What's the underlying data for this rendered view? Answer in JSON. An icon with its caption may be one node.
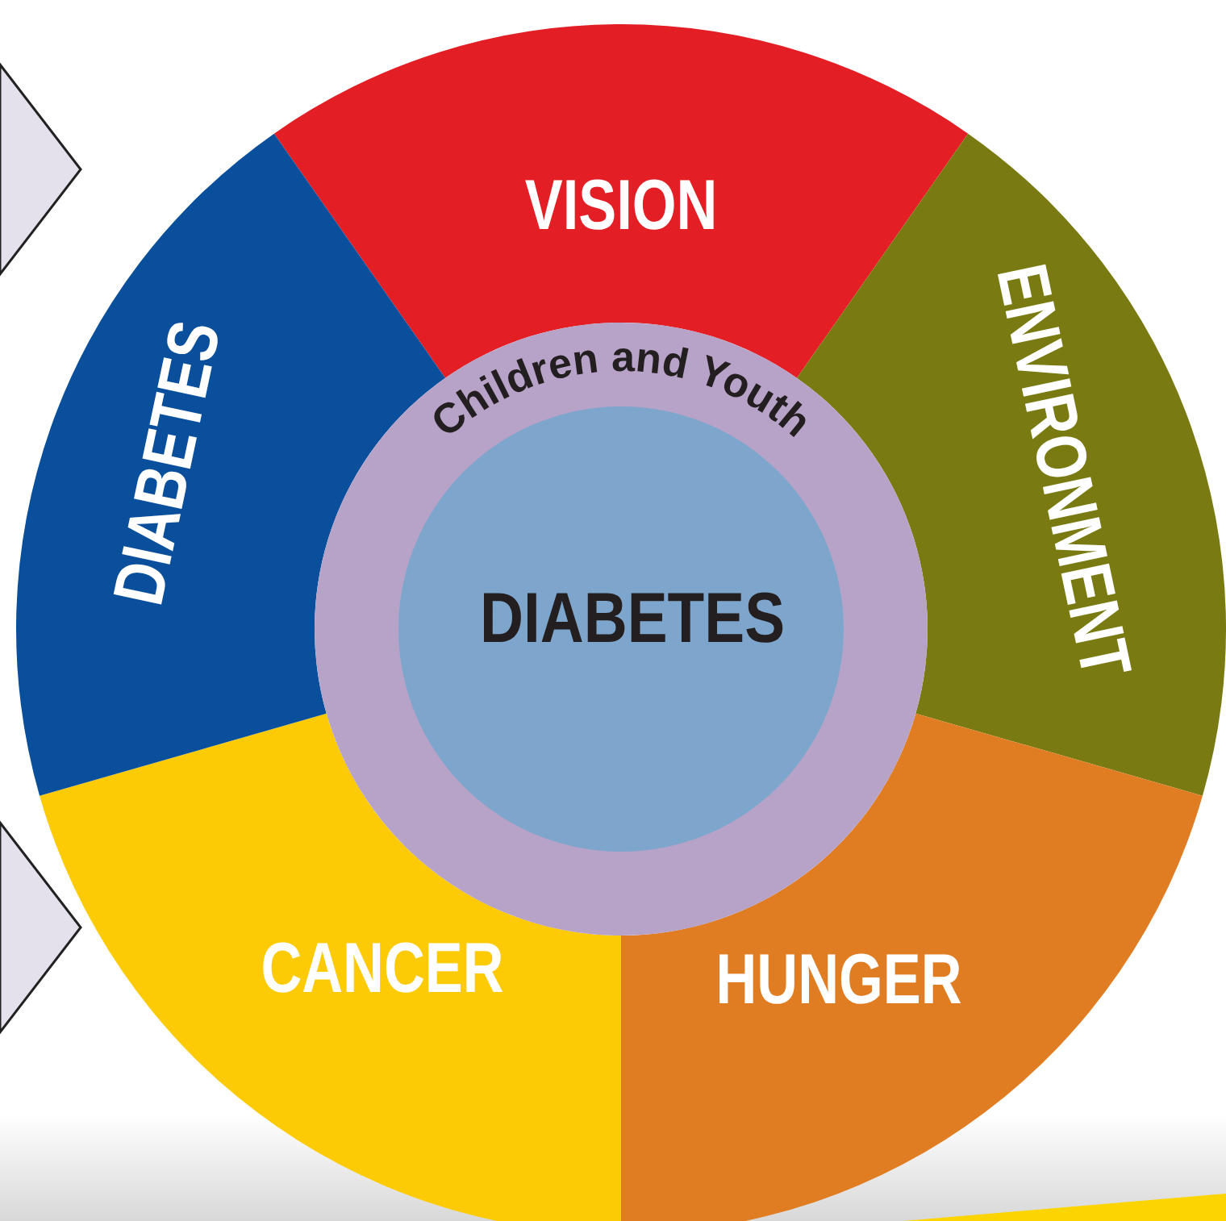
{
  "diagram": {
    "nodes": [
      {
        "text": [
          "VISION"
        ]
      },
      {
        "text": [
          "ENVIRONMENT"
        ]
      },
      {
        "text": [
          "HUNGER"
        ]
      },
      {
        "text": [
          "CANCER"
        ]
      },
      {
        "text": [
          "DIABETES"
        ]
      },
      {
        "text": [
          "Children and Youth"
        ]
      },
      {
        "text": [
          "DIABETES"
        ],
        "in": 5
      }
    ],
    "edges": []
  }
}
